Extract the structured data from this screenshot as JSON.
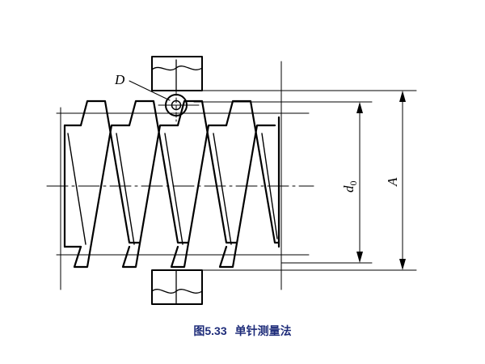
{
  "labels": {
    "pin": "D",
    "pitch_diameter_main": "d",
    "pitch_diameter_sub": "0",
    "measurement": "A"
  },
  "caption": {
    "number": "图5.33",
    "title": "单针测量法"
  },
  "colors": {
    "line": "#000000",
    "caption": "#1f2d7a",
    "background": "#ffffff"
  }
}
